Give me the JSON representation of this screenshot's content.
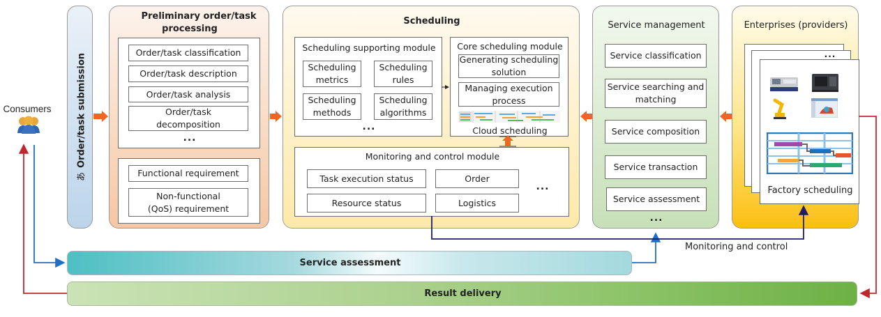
{
  "consumers": {
    "label": "Consumers",
    "icon": "users-icon"
  },
  "submission": {
    "label": "Order/task submission",
    "icon": "handwriting-icon"
  },
  "preliminary": {
    "title": "Preliminary order/task processing",
    "title_line1": "Preliminary order/task",
    "title_line2": "processing",
    "items": [
      "Order/task classification",
      "Order/task description",
      "Order/task analysis",
      "Order/task decomposition"
    ],
    "ellipsis": "...",
    "requirements": [
      "Functional requirement",
      "Non-functional (QoS) requirement"
    ]
  },
  "scheduling": {
    "title": "Scheduling",
    "supporting": {
      "title": "Scheduling supporting module",
      "items": [
        "Scheduling metrics",
        "Scheduling rules",
        "Scheduling methods",
        "Scheduling algorithms"
      ],
      "ellipsis": "..."
    },
    "core": {
      "title": "Core scheduling module",
      "items": [
        "Generating scheduling solution",
        "Managing execution process"
      ],
      "chart_label": "Cloud scheduling"
    },
    "monitoring": {
      "title": "Monitoring and control module",
      "items": [
        "Task execution status",
        "Order",
        "Resource status",
        "Logistics"
      ],
      "ellipsis": "..."
    }
  },
  "service_management": {
    "title": "Service management",
    "items": [
      "Service classification",
      "Service searching and matching",
      "Service composition",
      "Service transaction",
      "Service assessment"
    ],
    "ellipsis": "..."
  },
  "enterprises": {
    "title": "Enterprises (providers)",
    "stack_ellipsis": "...",
    "images": [
      "lathe-machine-icon",
      "cnc-machine-icon",
      "robot-arm-icon",
      "cad-software-icon"
    ],
    "chart_label": "Factory scheduling"
  },
  "bottom": {
    "service_assessment": "Service assessment",
    "result_delivery": "Result delivery",
    "monitoring_label": "Monitoring and control"
  },
  "colors": {
    "flow_arrow": "#f26522",
    "assessment_line": "#1f6fc4",
    "delivery_line": "#c0272d",
    "monitor_line": "#1f1f66"
  }
}
